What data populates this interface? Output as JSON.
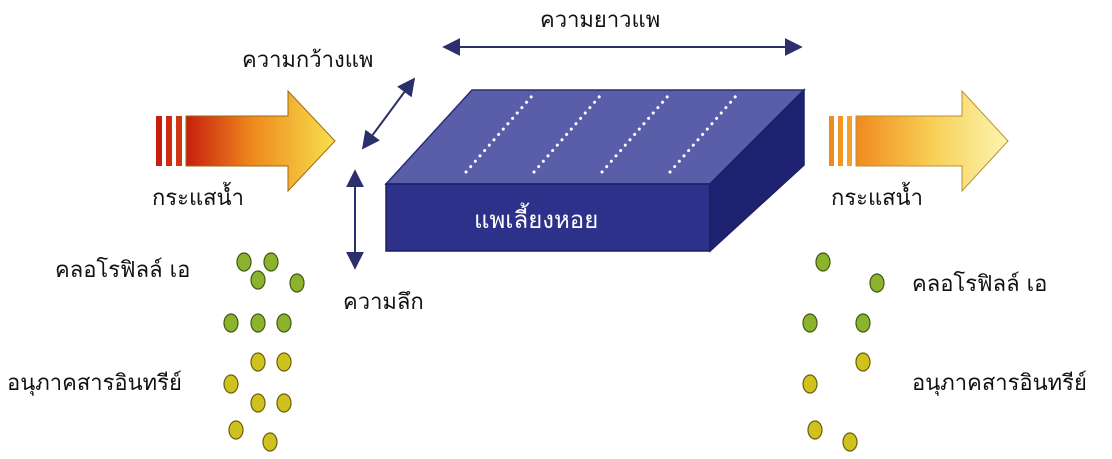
{
  "diagram": {
    "raft_length_label": "ความยาวแพ",
    "raft_width_label": "ความกว้างแพ",
    "raft_depth_label": "ความลึก",
    "raft_label": "แพเลี้ยงหอย",
    "inflow": {
      "current_label": "กระแสน้ำ",
      "chlorophyll_label": "คลอโรฟิลล์ เอ",
      "organic_label": "อนุภาคสารอินทรีย์"
    },
    "outflow": {
      "current_label": "กระแสน้ำ",
      "chlorophyll_label": "คลอโรฟิลล์ เอ",
      "organic_label": "อนุภาคสารอินทรีย์"
    },
    "colors": {
      "raft_top": "#5a5da8",
      "raft_front": "#2e3189",
      "raft_side": "#1f2270",
      "arrow_dark": "#2b2f6b",
      "inflow_arrow_start": "#c81e0f",
      "inflow_arrow_end": "#f7d84a",
      "outflow_arrow_start": "#f08a1e",
      "outflow_arrow_end": "#fbf3a0",
      "chlorophyll_particle": "#8bb32e",
      "organic_particle": "#d0c21e"
    }
  }
}
